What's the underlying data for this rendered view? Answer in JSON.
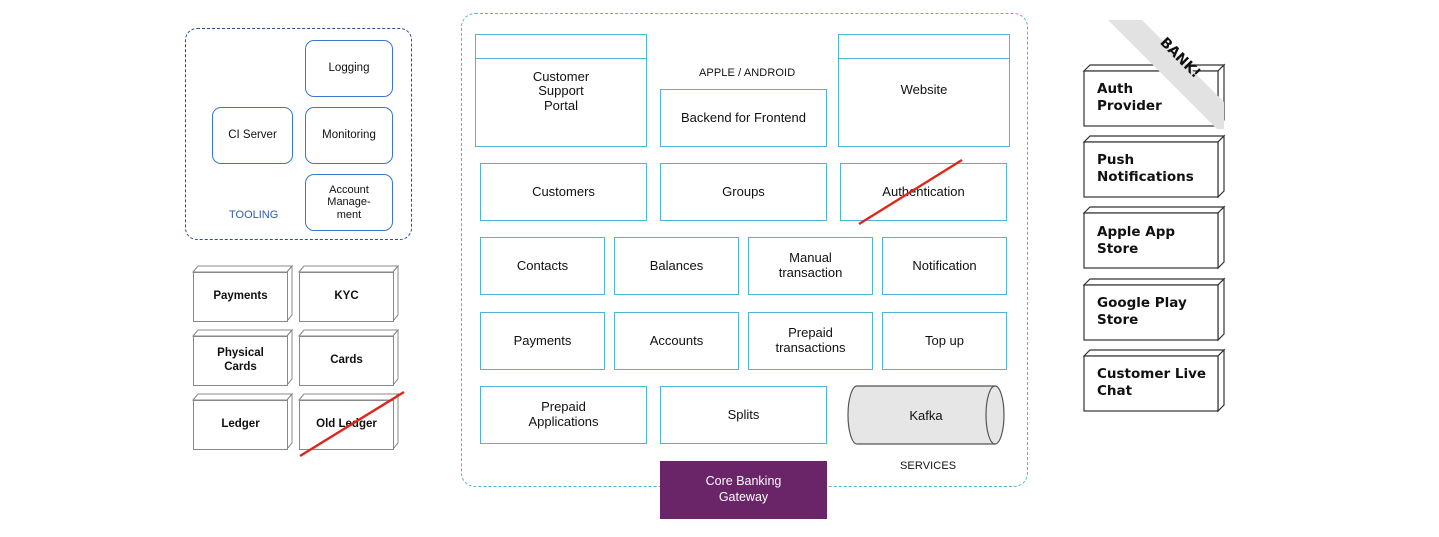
{
  "tooling": {
    "label": "TOOLING",
    "items": [
      "Logging",
      "CI Server",
      "Monitoring",
      "Account\nManage-\nment"
    ]
  },
  "libraries": {
    "items": [
      "Payments",
      "KYC",
      "Physical\nCards",
      "Cards",
      "Ledger",
      "Old Ledger"
    ],
    "crossed_out": [
      "Old Ledger"
    ]
  },
  "services": {
    "label": "SERVICES",
    "clients_label": "APPLE / ANDROID",
    "portals": [
      "Customer\nSupport\nPortal",
      "Website"
    ],
    "bff": "Backend for Frontend",
    "rows": [
      [
        "Customers",
        "Groups",
        "Authentication"
      ],
      [
        "Contacts",
        "Balances",
        "Manual\ntransaction",
        "Notification"
      ],
      [
        "Payments",
        "Accounts",
        "Prepaid\ntransactions",
        "Top up"
      ],
      [
        "Prepaid\nApplications",
        "Splits"
      ]
    ],
    "queue": "Kafka",
    "crossed_out": [
      "Authentication"
    ]
  },
  "gateway": {
    "label": "Core Banking\nGateway",
    "color": "#6a2468"
  },
  "externals": {
    "items": [
      "Auth\nProvider",
      "Push\nNotifications",
      "Apple App\nStore",
      "Google Play\nStore",
      "Customer Live\nChat"
    ],
    "ribbon": "BANK!"
  },
  "colors": {
    "tooling_border": "#2d4f86",
    "tool_box": "#3a78c9",
    "services_border": "#4fb4d6",
    "strike": "#e0251b"
  }
}
